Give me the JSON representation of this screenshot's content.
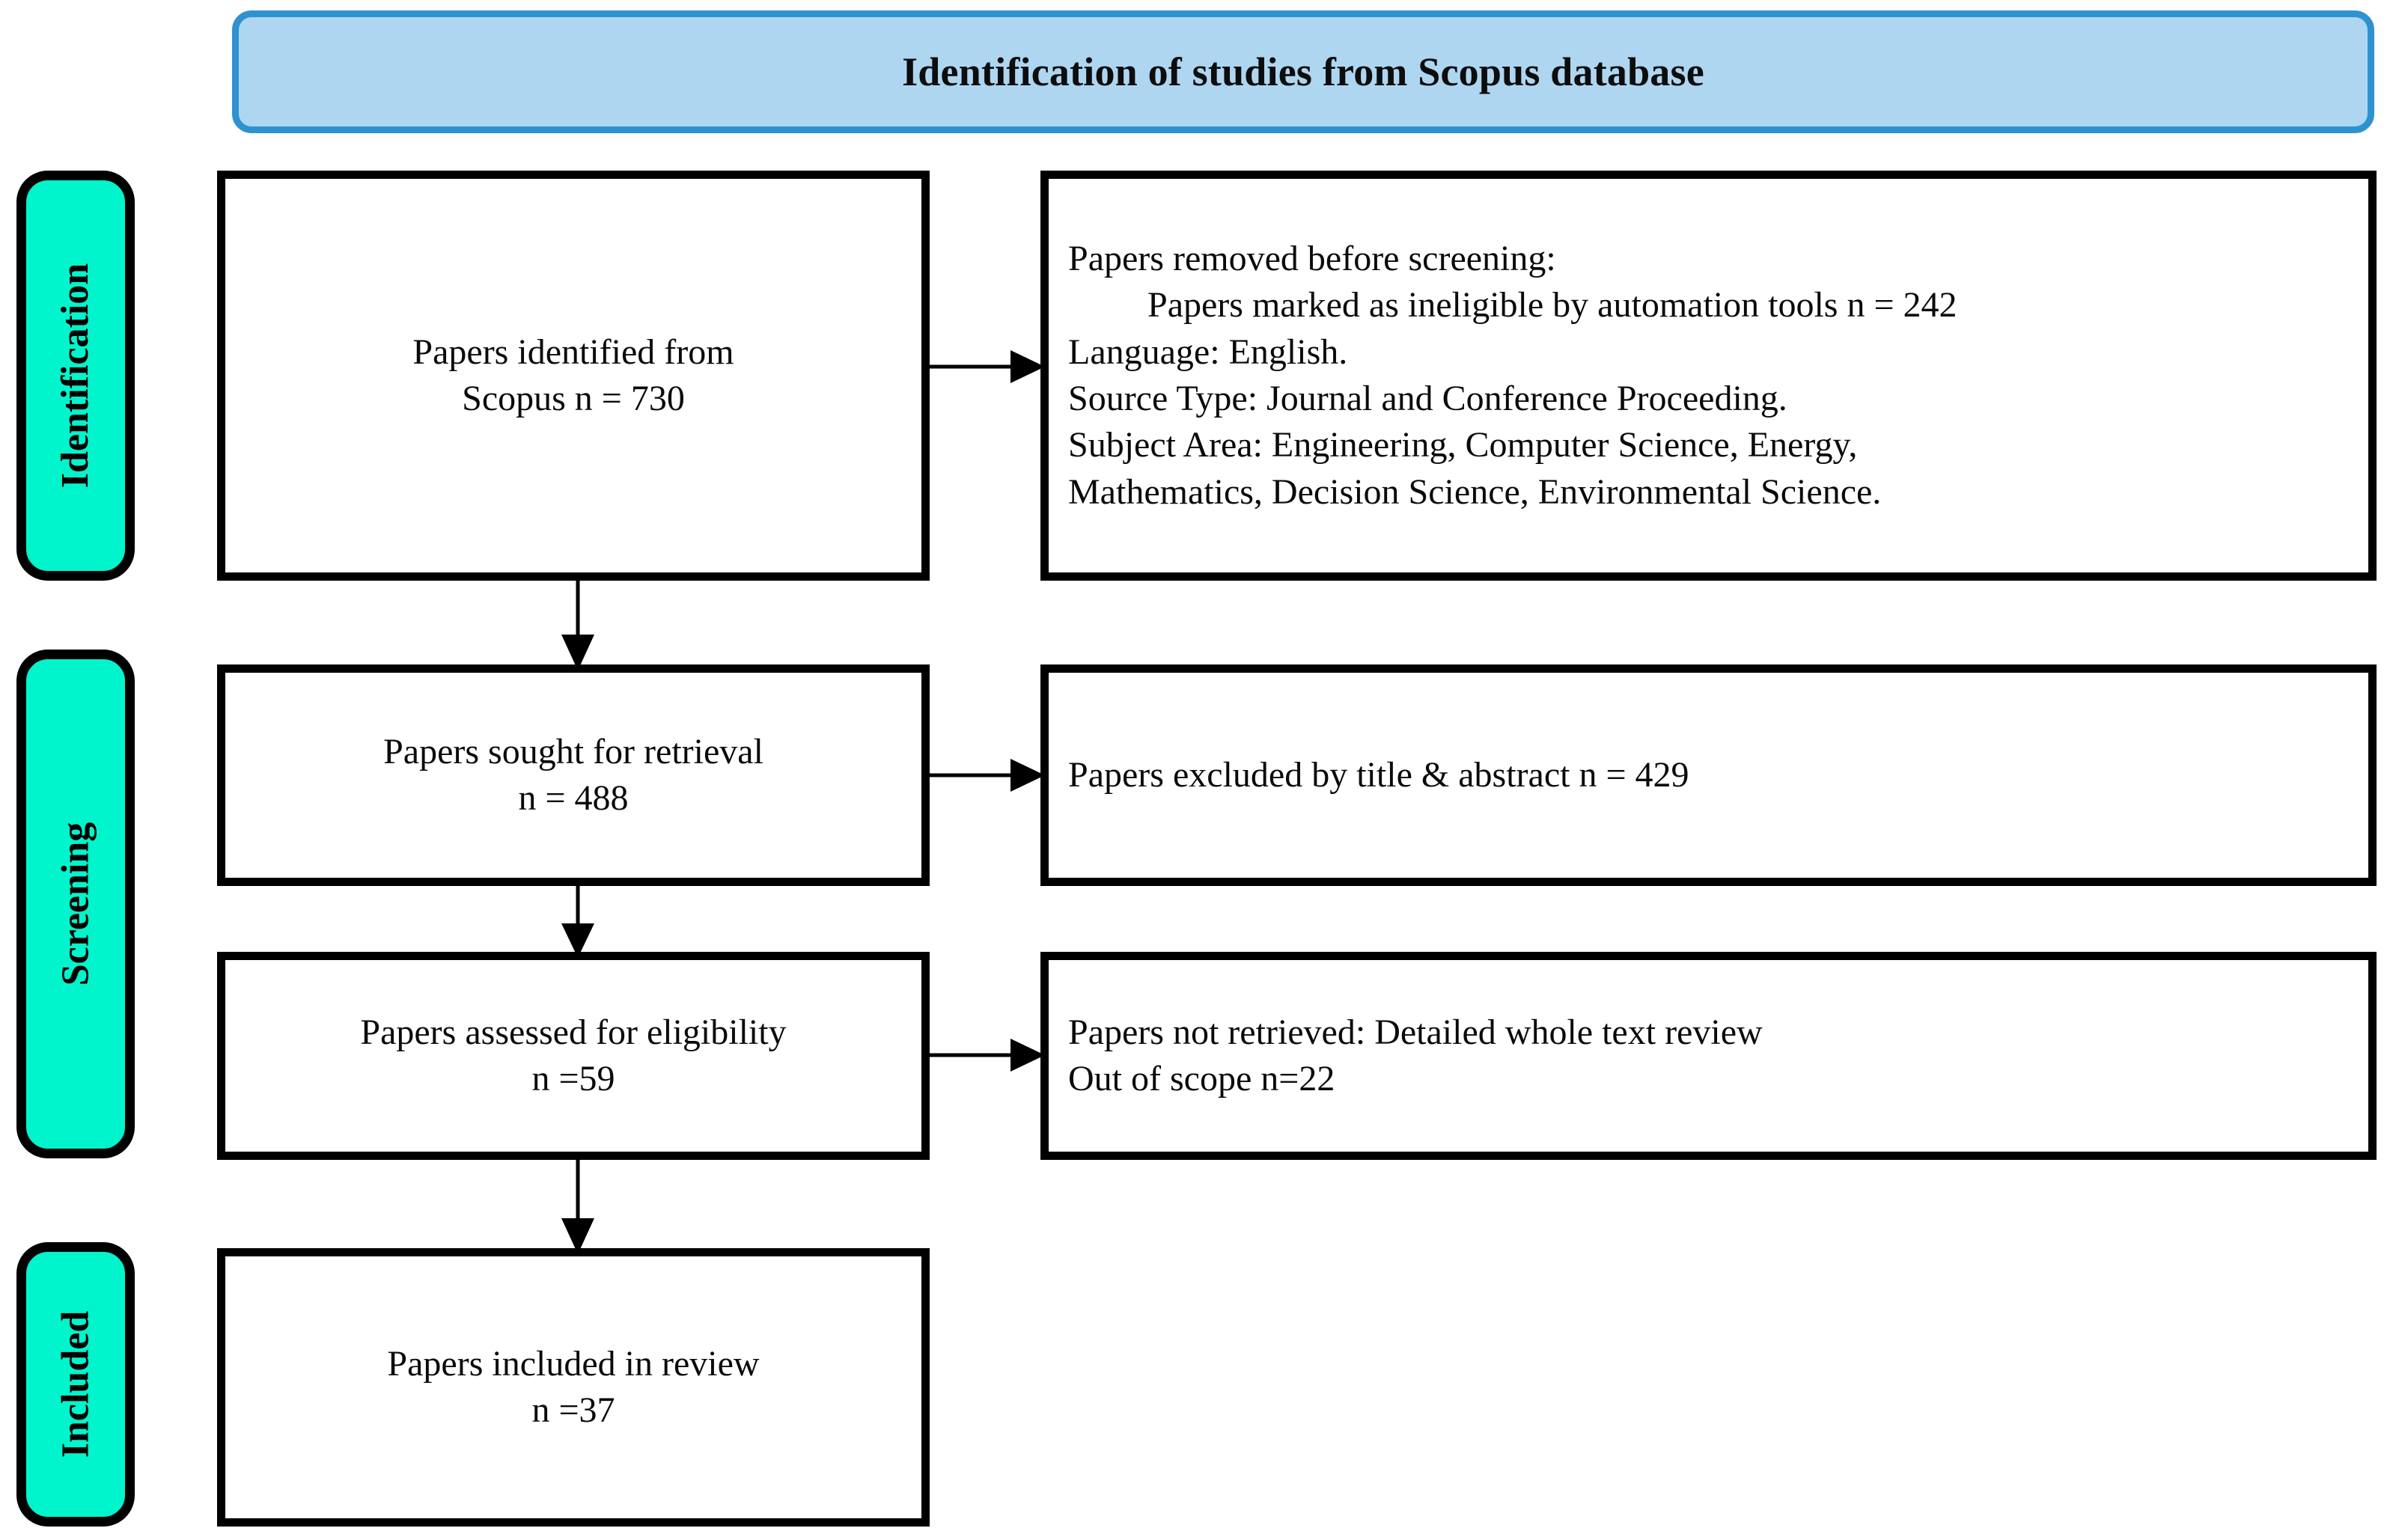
{
  "header": {
    "title": "Identification of studies from Scopus database"
  },
  "stages": [
    {
      "id": "identification",
      "label": "Identification"
    },
    {
      "id": "screening",
      "label": "Screening"
    },
    {
      "id": "included",
      "label": "Included"
    }
  ],
  "boxes": {
    "identified": {
      "line1": "Papers identified from",
      "line2": "Scopus n = 730"
    },
    "removed": {
      "line1": "Papers removed before screening:",
      "line2": "Papers marked as ineligible by automation tools n = 242",
      "line3": "Language: English.",
      "line4": "Source Type: Journal and Conference Proceeding.",
      "line5": "Subject Area: Engineering, Computer Science, Energy,",
      "line6": "Mathematics, Decision Science, Environmental Science."
    },
    "sought": {
      "line1": "Papers sought for retrieval",
      "line2": "n = 488"
    },
    "excluded": {
      "line1": "Papers excluded by title & abstract n = 429"
    },
    "assessed": {
      "line1": "Papers assessed for eligibility",
      "line2": "n =59"
    },
    "not_retrieved": {
      "line1": "Papers not retrieved: Detailed whole text review",
      "line2": "Out of scope n=22"
    },
    "included": {
      "line1": "Papers included in review",
      "line2": "n =37"
    }
  },
  "colors": {
    "header_fill": "#aed6f1",
    "header_border": "#2e92d1",
    "stage_fill": "#00f5cc",
    "stage_border": "#000000",
    "box_border": "#000000",
    "box_fill": "#ffffff",
    "connector": "#000000"
  },
  "chart_data": {
    "type": "flowchart",
    "title": "Identification of studies from Scopus database",
    "stages": [
      "Identification",
      "Screening",
      "Included"
    ],
    "nodes": [
      {
        "id": "identified",
        "stage": "Identification",
        "column": "main",
        "label": "Papers identified from Scopus",
        "n": 730
      },
      {
        "id": "removed",
        "stage": "Identification",
        "column": "exclusion",
        "label": "Papers removed before screening: Papers marked as ineligible by automation tools",
        "n": 242
      },
      {
        "id": "sought",
        "stage": "Screening",
        "column": "main",
        "label": "Papers sought for retrieval",
        "n": 488
      },
      {
        "id": "excluded",
        "stage": "Screening",
        "column": "exclusion",
        "label": "Papers excluded by title & abstract",
        "n": 429
      },
      {
        "id": "assessed",
        "stage": "Screening",
        "column": "main",
        "label": "Papers assessed for eligibility",
        "n": 59
      },
      {
        "id": "not_retrieved",
        "stage": "Screening",
        "column": "exclusion",
        "label": "Papers not retrieved: Detailed whole text review / Out of scope",
        "n": 22
      },
      {
        "id": "included",
        "stage": "Included",
        "column": "main",
        "label": "Papers included in review",
        "n": 37
      }
    ],
    "edges": [
      {
        "from": "identified",
        "to": "removed",
        "direction": "right"
      },
      {
        "from": "identified",
        "to": "sought",
        "direction": "down"
      },
      {
        "from": "sought",
        "to": "excluded",
        "direction": "right"
      },
      {
        "from": "sought",
        "to": "assessed",
        "direction": "down"
      },
      {
        "from": "assessed",
        "to": "not_retrieved",
        "direction": "right"
      },
      {
        "from": "assessed",
        "to": "included",
        "direction": "down"
      }
    ],
    "filters": {
      "language": "English",
      "source_type": "Journal and Conference Proceeding",
      "subject_areas": [
        "Engineering",
        "Computer Science",
        "Energy",
        "Mathematics",
        "Decision Science",
        "Environmental Science"
      ]
    }
  }
}
